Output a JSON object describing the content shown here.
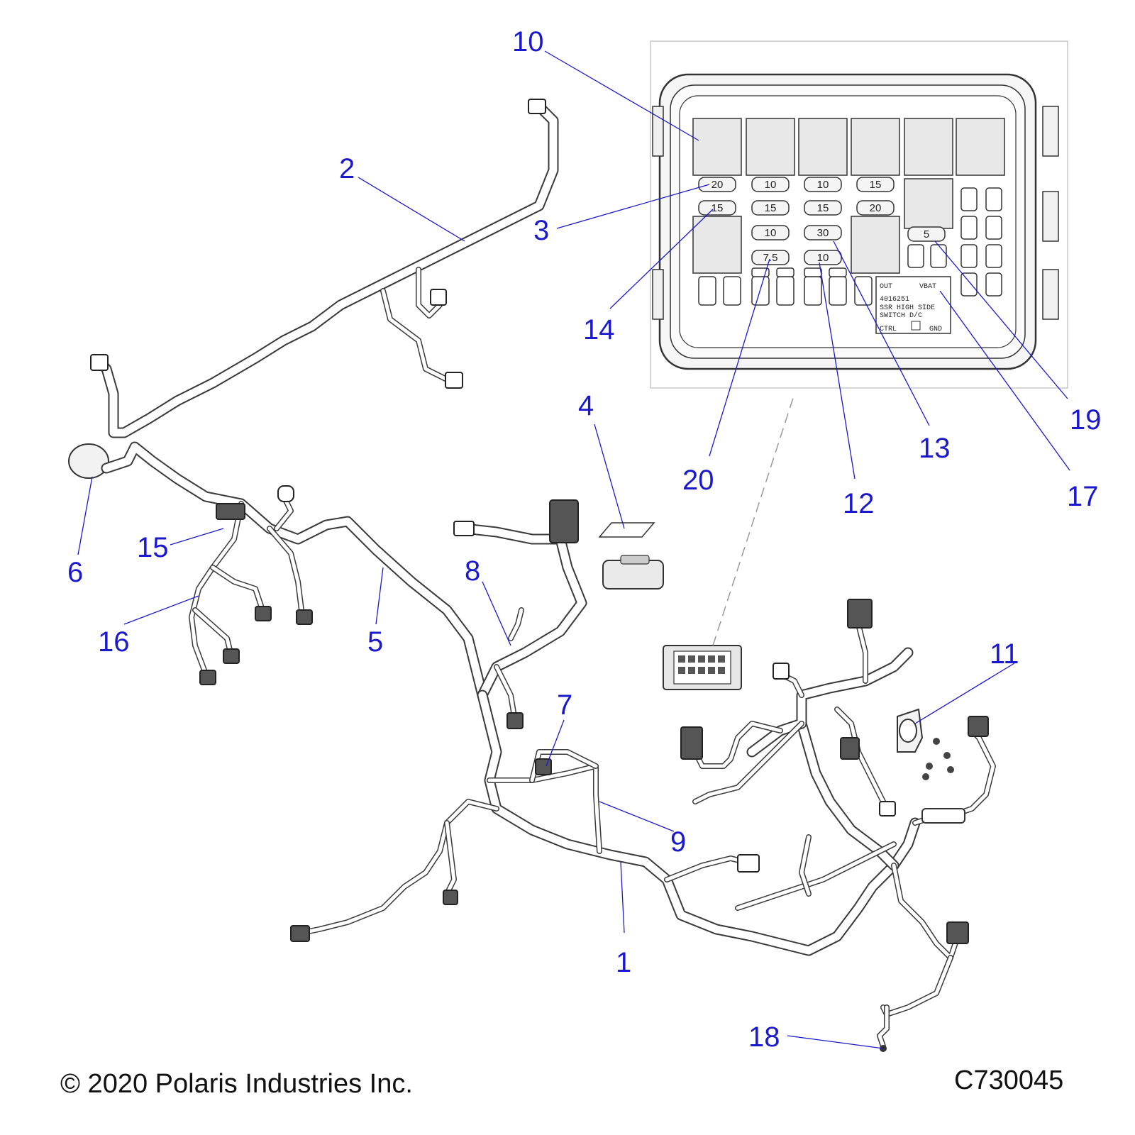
{
  "callouts": [
    {
      "id": "10",
      "text": "10"
    },
    {
      "id": "2",
      "text": "2"
    },
    {
      "id": "3",
      "text": "3"
    },
    {
      "id": "14",
      "text": "14"
    },
    {
      "id": "4",
      "text": "4"
    },
    {
      "id": "20",
      "text": "20"
    },
    {
      "id": "12",
      "text": "12"
    },
    {
      "id": "13",
      "text": "13"
    },
    {
      "id": "17",
      "text": "17"
    },
    {
      "id": "19",
      "text": "19"
    },
    {
      "id": "6",
      "text": "6"
    },
    {
      "id": "15",
      "text": "15"
    },
    {
      "id": "8",
      "text": "8"
    },
    {
      "id": "5",
      "text": "5"
    },
    {
      "id": "16",
      "text": "16"
    },
    {
      "id": "7",
      "text": "7"
    },
    {
      "id": "11",
      "text": "11"
    },
    {
      "id": "9",
      "text": "9"
    },
    {
      "id": "1",
      "text": "1"
    },
    {
      "id": "18",
      "text": "18"
    }
  ],
  "fuse_ratings": {
    "col1_row1": "20",
    "col1_row2": "15",
    "col2_row1": "10",
    "col2_row2": "15",
    "col2_row3": "10",
    "col2_row4": "7.5",
    "col3_row1": "10",
    "col3_row2": "15",
    "col3_row3": "30",
    "col3_row4": "10",
    "col4_row1": "15",
    "col4_row2": "20",
    "col5_row1": "5"
  },
  "module_label": {
    "out": "OUT",
    "vbat": "VBAT",
    "part_number": "4016251",
    "line1": "SSR HIGH SIDE",
    "line2": "SWITCH D/C",
    "ctrl": "CTRL",
    "gnd": "GND"
  },
  "footer": {
    "copyright": "© 2020 Polaris Industries Inc.",
    "figure_code": "C730045"
  }
}
